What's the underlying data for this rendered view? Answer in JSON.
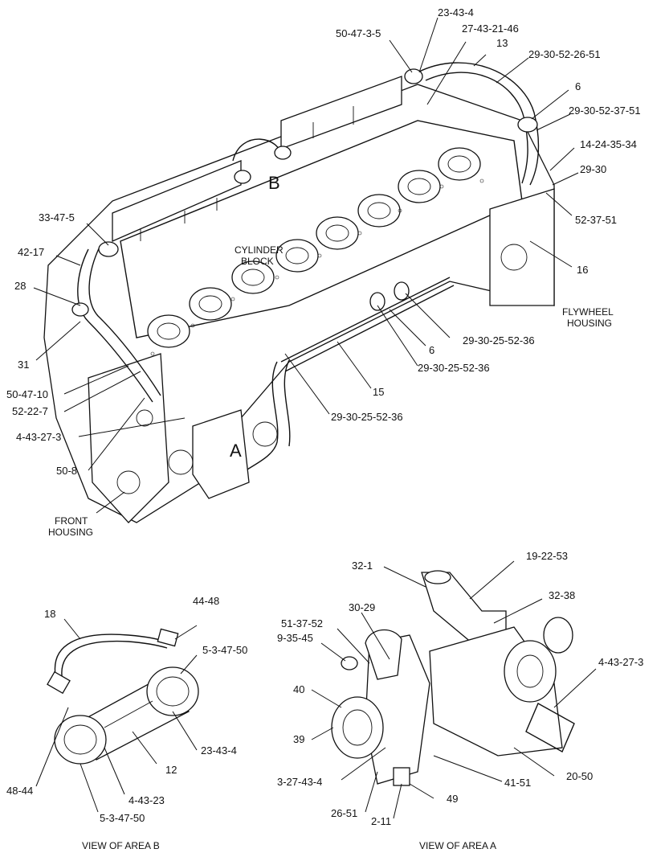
{
  "area_markers": {
    "a": "A",
    "b": "B"
  },
  "main_labels": {
    "cylinder_block": "CYLINDER\nBLOCK",
    "flywheel_housing": "FLYWHEEL\nHOUSING",
    "front_housing": "FRONT\nHOUSING"
  },
  "main_callouts": [
    "23-43-4",
    "50-47-3-5",
    "27-43-21-46",
    "13",
    "29-30-52-26-51",
    "6",
    "29-30-52-37-51",
    "14-24-35-34",
    "29-30",
    "52-37-51",
    "16",
    "33-47-5",
    "42-17",
    "28",
    "31",
    "50-47-10",
    "52-22-7",
    "4-43-27-3",
    "50-8",
    "6",
    "29-30-25-52-36",
    "29-30-25-52-36",
    "15",
    "29-30-25-52-36"
  ],
  "view_b": {
    "caption": "VIEW OF AREA  B",
    "callouts": [
      "18",
      "44-48",
      "5-3-47-50",
      "23-43-4",
      "12",
      "4-43-23",
      "5-3-47-50",
      "48-44"
    ]
  },
  "view_a": {
    "caption": "VIEW OF AREA  A",
    "callouts": [
      "32-1",
      "19-22-53",
      "32-38",
      "30-29",
      "51-37-52",
      "9-35-45",
      "4-43-27-3",
      "40",
      "39",
      "20-50",
      "41-51",
      "3-27-43-4",
      "49",
      "26-51",
      "2-11"
    ]
  }
}
